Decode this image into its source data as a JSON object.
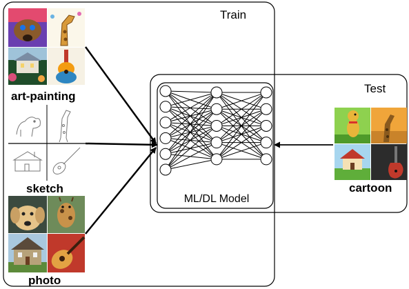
{
  "train_box": {
    "title": "Train"
  },
  "test_box": {
    "title": "Test"
  },
  "model": {
    "label": "ML/DL Model"
  },
  "domains": {
    "art_painting": {
      "label": "art-painting"
    },
    "sketch": {
      "label": "sketch"
    },
    "photo": {
      "label": "photo"
    },
    "cartoon": {
      "label": "cartoon"
    }
  },
  "network": {
    "layer_sizes": [
      6,
      5,
      5
    ]
  },
  "image_subjects": [
    "dog",
    "giraffe",
    "house",
    "guitar"
  ]
}
